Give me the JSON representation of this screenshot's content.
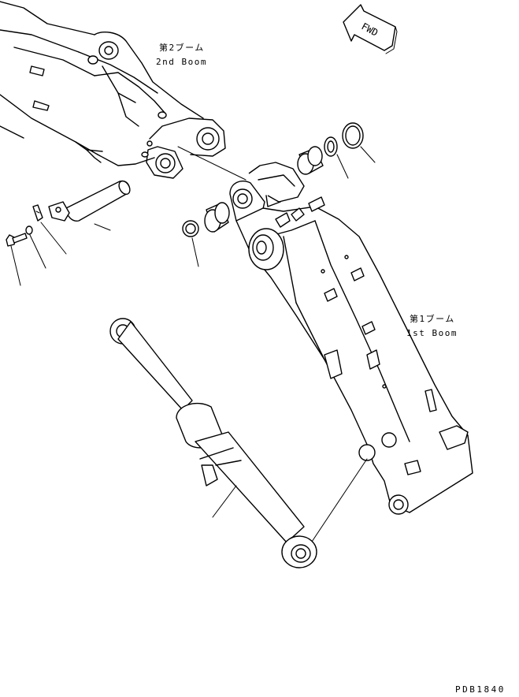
{
  "labels": {
    "second_boom_jp": "第2ブーム",
    "second_boom_en": "2nd Boom",
    "first_boom_jp": "第1ブーム",
    "first_boom_en": "1st Boom",
    "forward": "FWD",
    "drawing_code": "PDB1840"
  },
  "parts": [
    "second-boom",
    "first-boom",
    "boom-cylinder",
    "pin",
    "bolt",
    "washer",
    "lock-plate",
    "bushing-left",
    "bushing-right",
    "shim-left",
    "shim-right",
    "dust-seal-ring"
  ]
}
